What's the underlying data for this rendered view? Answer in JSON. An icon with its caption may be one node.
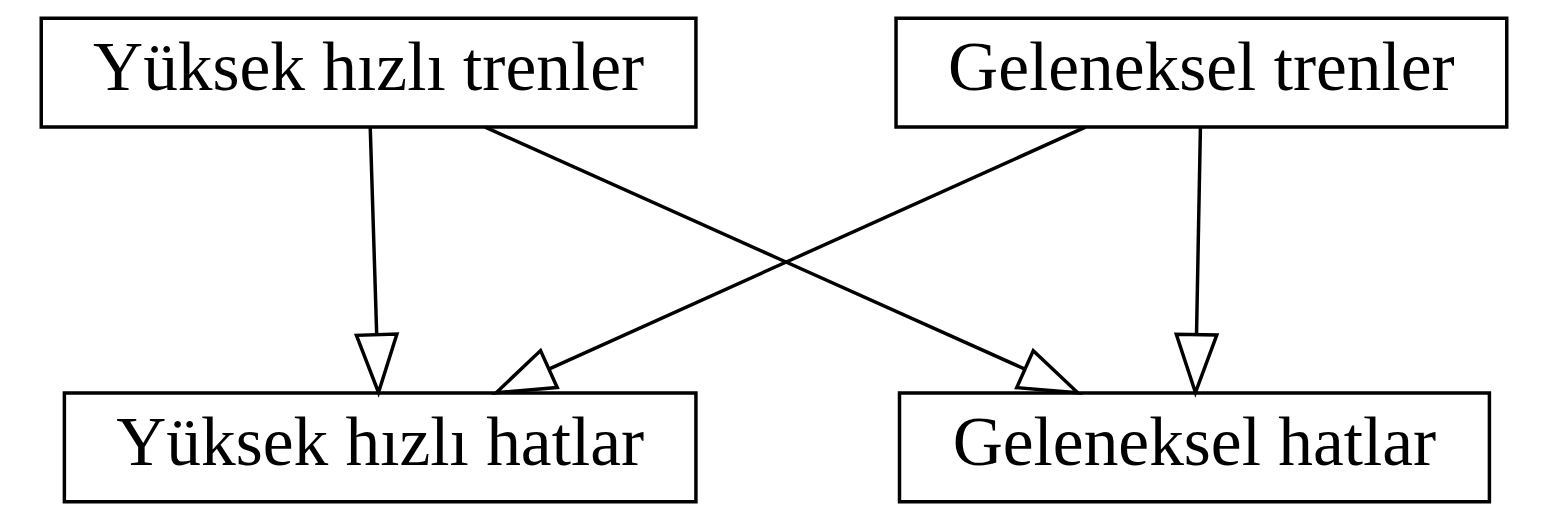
{
  "diagram": {
    "nodes": [
      {
        "text": [
          "Yüksek hızlı trenler"
        ]
      },
      {
        "text": [
          "Geleneksel trenler"
        ]
      },
      {
        "text": [
          "Yüksek hızlı hatlar"
        ]
      },
      {
        "text": [
          "Geleneksel hatlar"
        ]
      }
    ],
    "edges": [
      {
        "from": 0,
        "to": 2,
        "arrow": "to"
      },
      {
        "from": 0,
        "to": 3,
        "arrow": "to"
      },
      {
        "from": 1,
        "to": 2,
        "arrow": "to"
      },
      {
        "from": 1,
        "to": 3,
        "arrow": "to"
      }
    ]
  }
}
